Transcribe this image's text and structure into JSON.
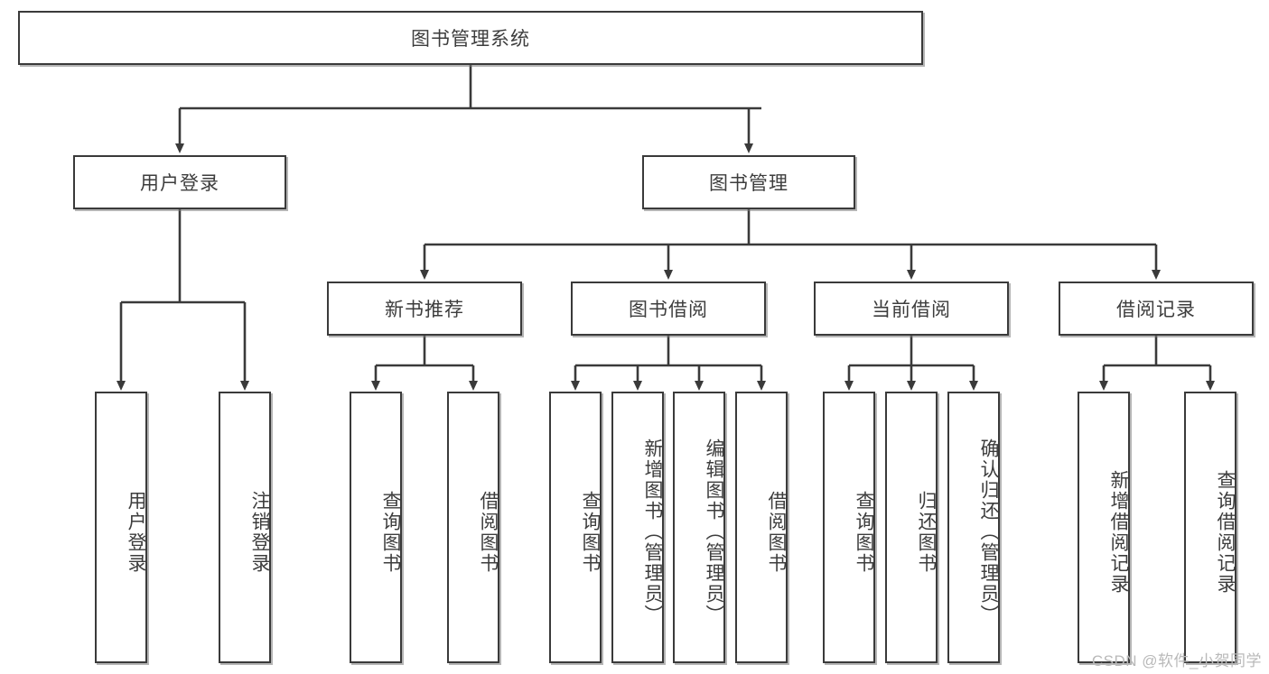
{
  "diagram": {
    "title": "图书管理系统",
    "type": "tree",
    "root": {
      "label": "图书管理系统"
    },
    "level2": [
      {
        "id": "user-login",
        "label": "用户登录"
      },
      {
        "id": "book-manage",
        "label": "图书管理"
      }
    ],
    "level3": [
      {
        "id": "new-book-rec",
        "label": "新书推荐"
      },
      {
        "id": "book-borrow",
        "label": "图书借阅"
      },
      {
        "id": "current-borrow",
        "label": "当前借阅"
      },
      {
        "id": "borrow-record",
        "label": "借阅记录"
      }
    ],
    "leaves": {
      "user_login": [
        {
          "id": "leaf-user-login",
          "label": "用户登录"
        },
        {
          "id": "leaf-logout-login",
          "label": "注销登录"
        }
      ],
      "new_book_rec": [
        {
          "id": "leaf-query-book-1",
          "label": "查询图书"
        },
        {
          "id": "leaf-borrow-book-1",
          "label": "借阅图书"
        }
      ],
      "book_borrow": [
        {
          "id": "leaf-query-book-2",
          "label": "查询图书"
        },
        {
          "id": "leaf-add-book",
          "label": "新增图书（管理员）"
        },
        {
          "id": "leaf-edit-book",
          "label": "编辑图书（管理员）"
        },
        {
          "id": "leaf-borrow-book-2",
          "label": "借阅图书"
        }
      ],
      "current_borrow": [
        {
          "id": "leaf-query-book-3",
          "label": "查询图书"
        },
        {
          "id": "leaf-return-book",
          "label": "归还图书"
        },
        {
          "id": "leaf-confirm-return",
          "label": "确认归还（管理员）"
        }
      ],
      "borrow_record": [
        {
          "id": "leaf-add-record",
          "label": "新增借阅记录"
        },
        {
          "id": "leaf-query-record",
          "label": "查询借阅记录"
        }
      ]
    },
    "colors": {
      "stroke": "#3a3a3a",
      "text": "#3d3d3d",
      "background": "#ffffff",
      "watermark": "#b9b9b9"
    }
  },
  "watermark": {
    "text": "CSDN @软件_小贺同学"
  }
}
